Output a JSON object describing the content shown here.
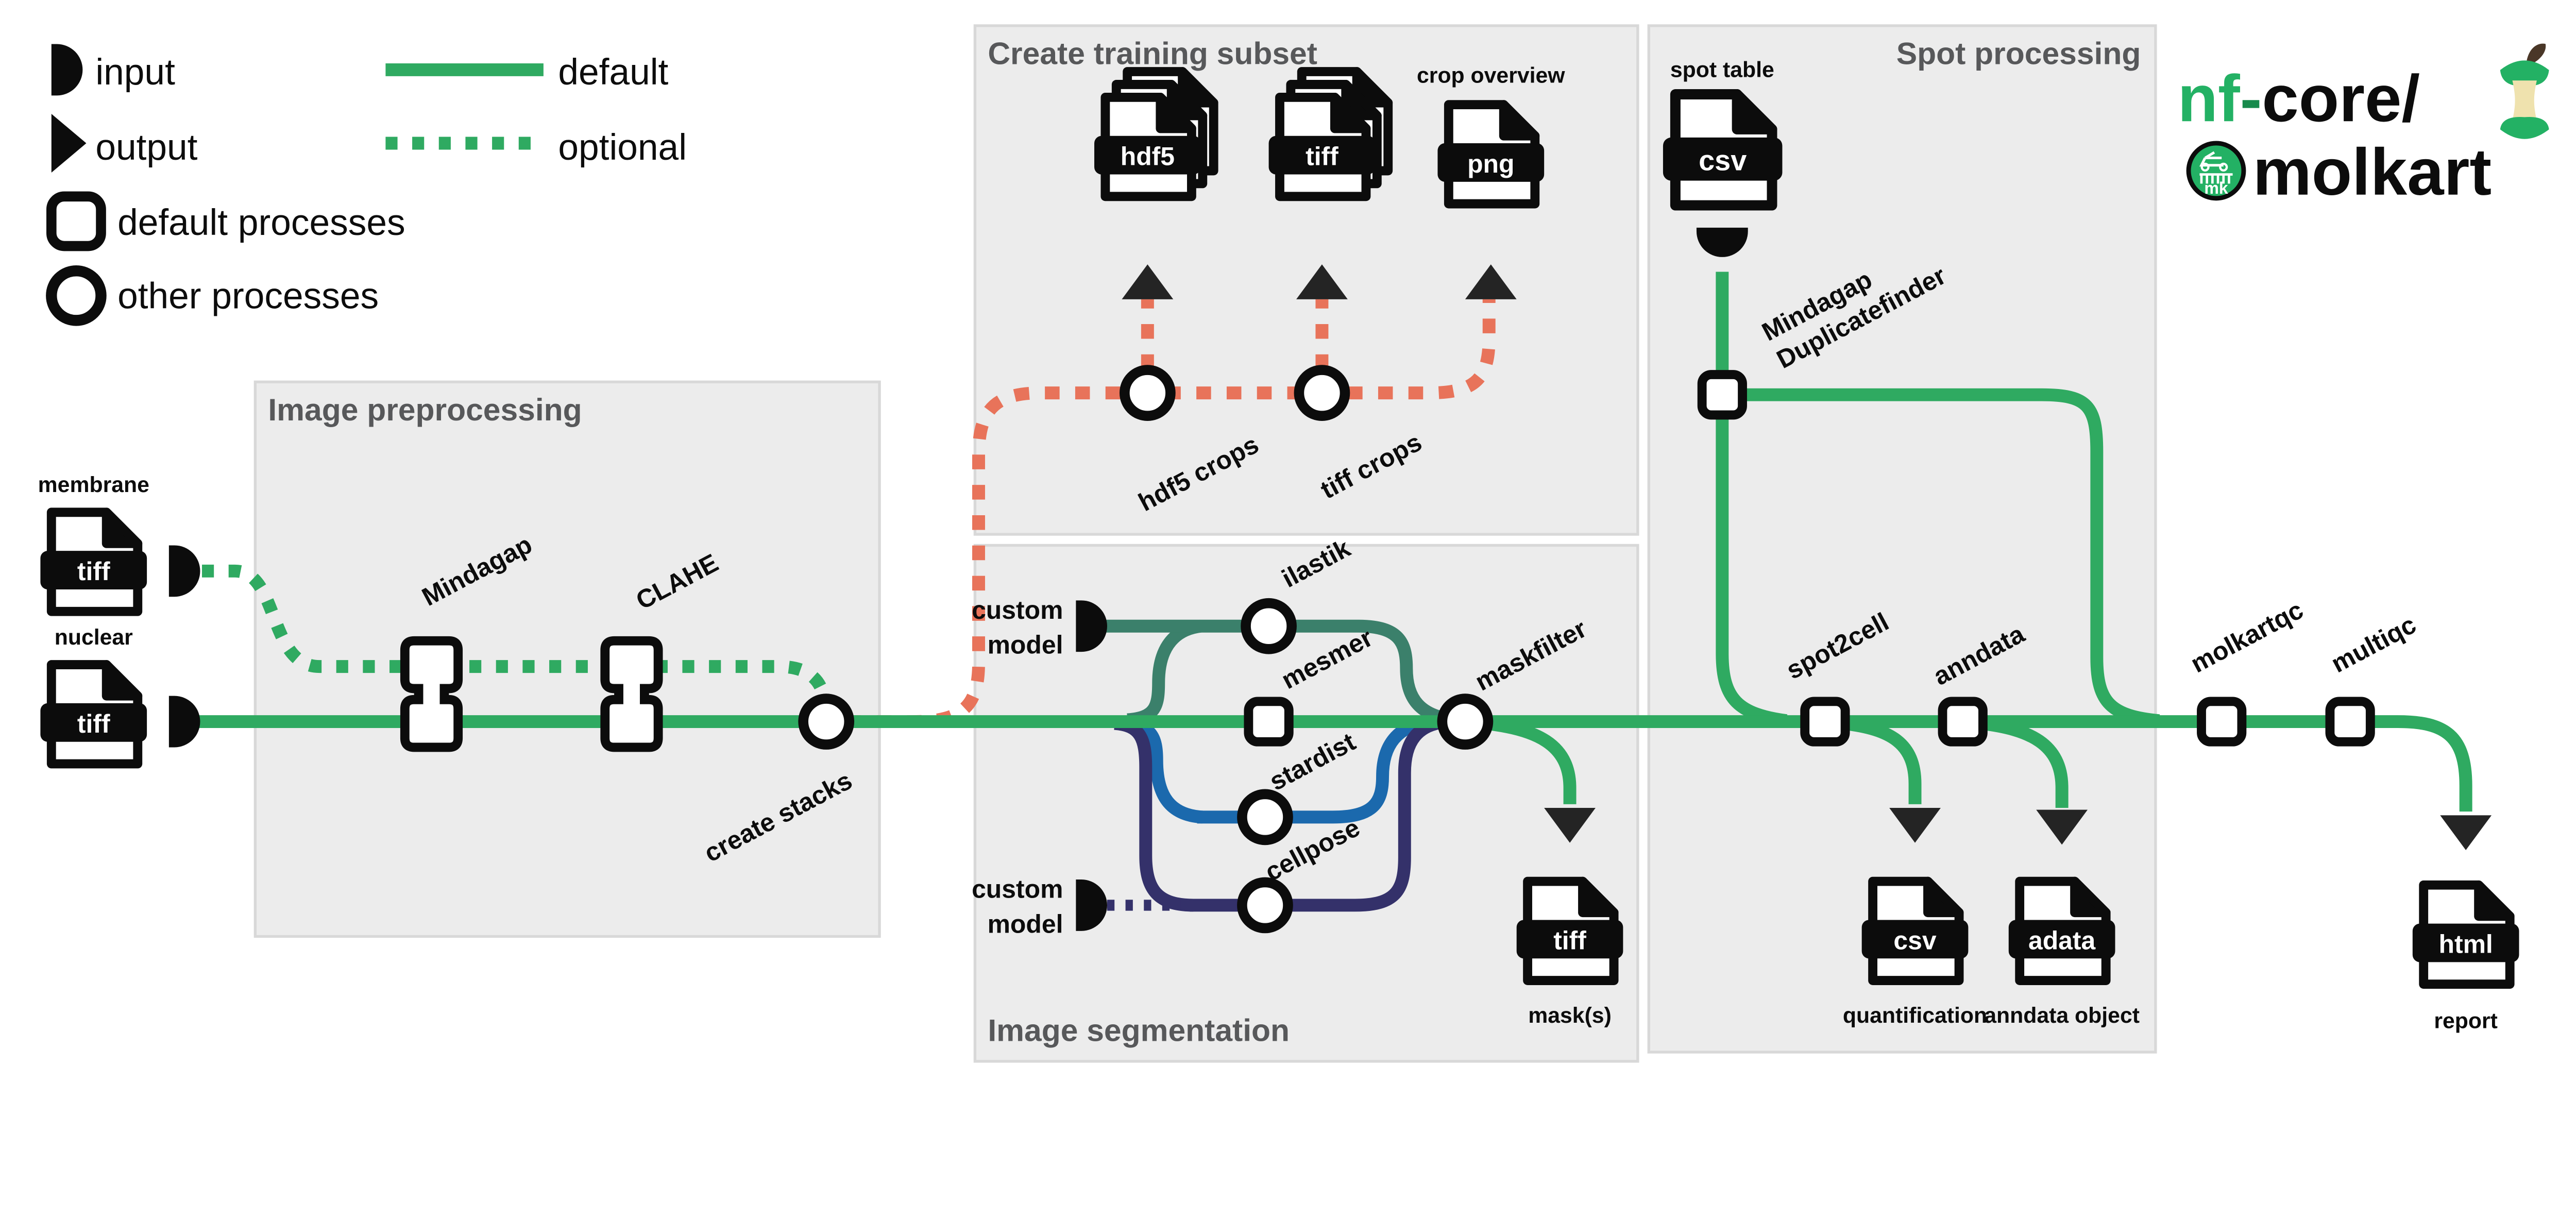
{
  "legend": {
    "input": "input",
    "output": "output",
    "default_processes": "default processes",
    "other_processes": "other processes",
    "default_line": "default",
    "optional_line": "optional"
  },
  "boxes": {
    "preprocessing": "Image preprocessing",
    "training": "Create training subset",
    "segmentation": "Image segmentation",
    "spot": "Spot processing"
  },
  "logo": {
    "nf": "nf",
    "dash": "-",
    "core": "core/",
    "molkart": "molkart",
    "badge": "mk"
  },
  "inputs": {
    "membrane": {
      "label": "membrane",
      "format": "tiff"
    },
    "nuclear": {
      "label": "nuclear",
      "format": "tiff"
    },
    "spot_table": {
      "label": "spot table",
      "format": "csv"
    },
    "custom_model_top": {
      "line1": "custom",
      "line2": "model"
    },
    "custom_model_bottom": {
      "line1": "custom",
      "line2": "model"
    }
  },
  "outputs": {
    "hdf5_crops_file": {
      "format": "hdf5"
    },
    "tiff_crops_file": {
      "format": "tiff"
    },
    "crop_overview": {
      "label": "crop overview",
      "format": "png"
    },
    "masks": {
      "format": "tiff",
      "label": "mask(s)"
    },
    "quantification": {
      "format": "csv",
      "label": "quantification"
    },
    "anndata_object": {
      "format": "adata",
      "label": "anndata object"
    },
    "report": {
      "format": "html",
      "label": "report"
    }
  },
  "processes": {
    "mindagap": "Mindagap",
    "clahe": "CLAHE",
    "create_stacks": "create stacks",
    "hdf5_crops": "hdf5 crops",
    "tiff_crops": "tiff crops",
    "ilastik": "ilastik",
    "mesmer": "mesmer",
    "stardist": "stardist",
    "cellpose": "cellpose",
    "maskfilter": "maskfilter",
    "duplicatefinder_line1": "Mindagap",
    "duplicatefinder_line2": "Duplicatefinder",
    "spot2cell": "spot2cell",
    "anndata": "anndata",
    "molkartqc": "molkartqc",
    "multiqc": "multiqc"
  },
  "colors": {
    "green": "#2faa61",
    "salmon": "#e8735a",
    "teal": "#3b806b",
    "blue": "#1b69ad",
    "navy": "#34316a",
    "logo_green": "#23b164",
    "box_fill": "#ececec",
    "box_border": "#d8d8d8",
    "title_gray": "#57585a",
    "black": "#0c0c0c"
  }
}
